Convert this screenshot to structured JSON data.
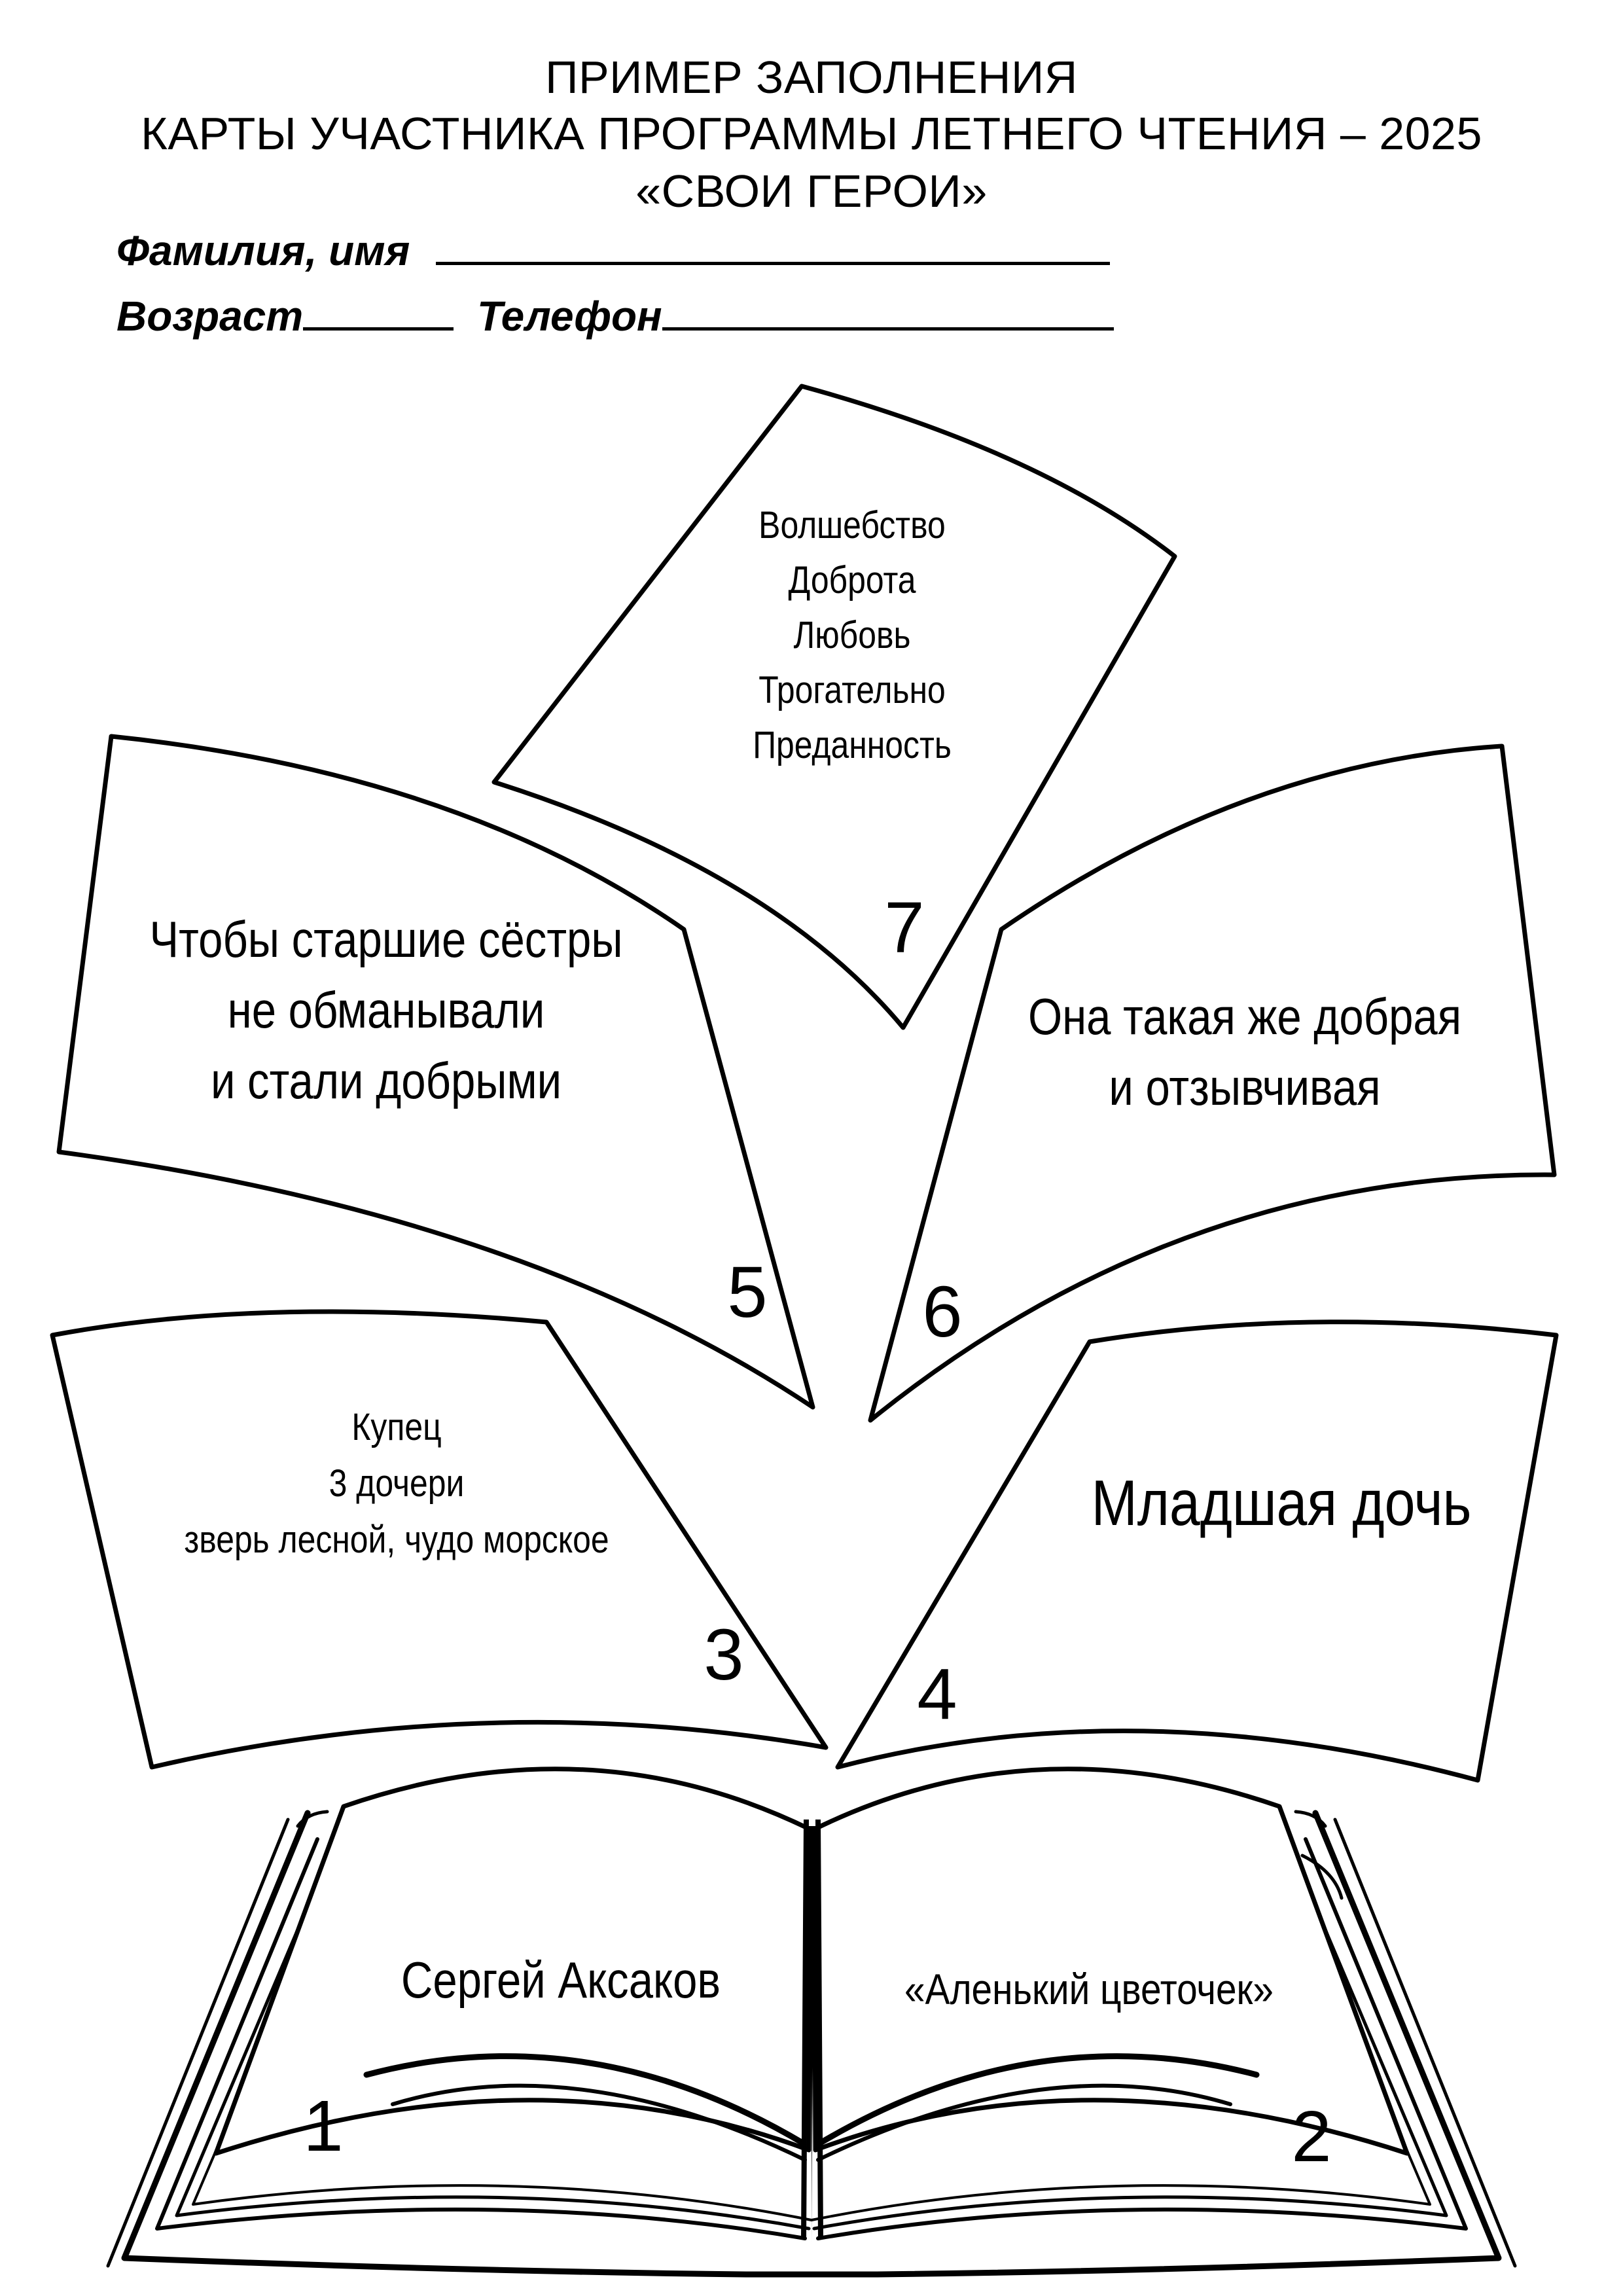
{
  "header": {
    "line1": "ПРИМЕР ЗАПОЛНЕНИЯ",
    "line2": "КАРТЫ УЧАСТНИКА ПРОГРАММЫ ЛЕТНЕГО ЧТЕНИЯ – 2025",
    "line3": "«СВОИ ГЕРОИ»"
  },
  "form": {
    "name_label": "Фамилия, имя",
    "age_label": "Возраст",
    "phone_label": "Телефон"
  },
  "book": {
    "left_page_text": "Сергей Аксаков",
    "left_page_number": "1",
    "right_page_text": "«Аленький цветочек»",
    "right_page_number": "2"
  },
  "sheets": [
    {
      "number": "3",
      "lines": [
        "Купец",
        "3 дочери",
        "зверь лесной, чудо морское"
      ]
    },
    {
      "number": "4",
      "lines": [
        "Младшая дочь"
      ]
    },
    {
      "number": "5",
      "lines": [
        "Чтобы старшие сёстры",
        "не обманывали",
        "и стали добрыми"
      ]
    },
    {
      "number": "6",
      "lines": [
        "Она такая же добрая",
        "и отзывчивая"
      ]
    },
    {
      "number": "7",
      "lines": [
        "Волшебство",
        "Доброта",
        "Любовь",
        "Трогательно",
        "Преданность"
      ]
    }
  ]
}
